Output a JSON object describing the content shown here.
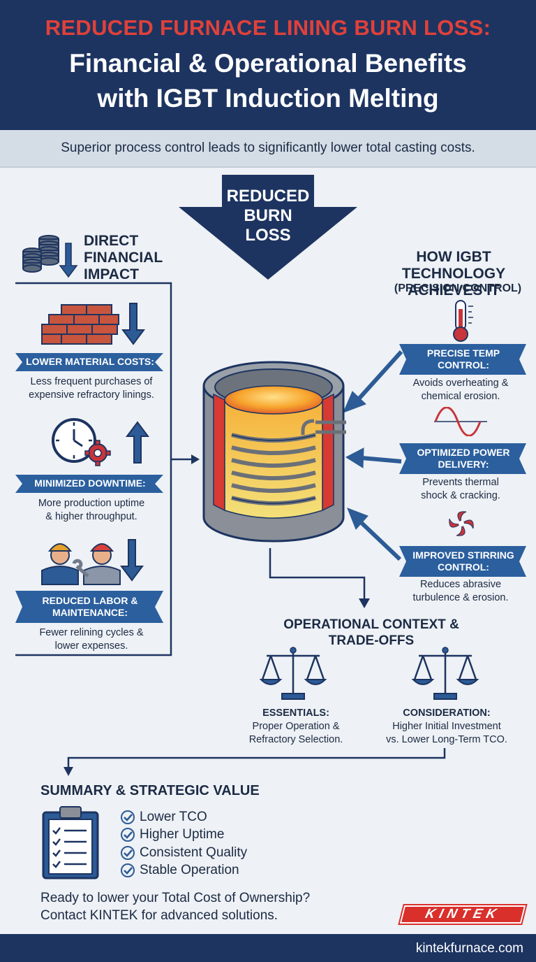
{
  "header": {
    "title_line_red": "REDUCED FURNACE LINING BURN LOSS:",
    "title_line_1": "Financial & Operational Benefits",
    "title_line_2": "with IGBT Induction Melting"
  },
  "subtitle": "Superior process control leads to significantly lower total casting costs.",
  "center_arrow": {
    "line_1": "REDUCED",
    "line_2": "BURN",
    "line_3": "LOSS"
  },
  "left_section": {
    "heading_1": "DIRECT",
    "heading_2": "FINANCIAL",
    "heading_3": "IMPACT",
    "items": [
      {
        "label": "LOWER MATERIAL COSTS:",
        "label_2": "",
        "desc_1": "Less frequent purchases of",
        "desc_2": "expensive refractory linings."
      },
      {
        "label": "MINIMIZED DOWNTIME:",
        "label_2": "",
        "desc_1": "More production uptime",
        "desc_2": "& higher throughput."
      },
      {
        "label": "REDUCED LABOR &",
        "label_2": "MAINTENANCE:",
        "desc_1": "Fewer relining cycles &",
        "desc_2": "lower expenses."
      }
    ]
  },
  "right_section": {
    "heading_1": "HOW IGBT",
    "heading_2": "TECHNOLOGY",
    "heading_3": "ACHIEVES IT",
    "heading_sub": "(PRECISION CONTROL)",
    "items": [
      {
        "label_1": "PRECISE TEMP",
        "label_2": "CONTROL:",
        "desc_1": "Avoids overheating &",
        "desc_2": "chemical erosion."
      },
      {
        "label_1": "OPTIMIZED POWER",
        "label_2": "DELIVERY:",
        "desc_1": "Prevents thermal",
        "desc_2": "shock & cracking."
      },
      {
        "label_1": "IMPROVED STIRRING",
        "label_2": "CONTROL:",
        "desc_1": "Reduces abrasive",
        "desc_2": "turbulence & erosion."
      }
    ]
  },
  "context": {
    "heading_1": "OPERATIONAL CONTEXT &",
    "heading_2": "TRADE-OFFS",
    "essentials_title": "ESSENTIALS:",
    "essentials_1": "Proper Operation &",
    "essentials_2": "Refractory Selection.",
    "consideration_title": "CONSIDERATION:",
    "consideration_1": "Higher Initial Investment",
    "consideration_2": "vs. Lower Long-Term TCO."
  },
  "summary": {
    "heading": "SUMMARY & STRATEGIC VALUE",
    "checks": [
      "Lower TCO",
      "Higher Uptime",
      "Consistent Quality",
      "Stable Operation"
    ],
    "cta_1": "Ready to lower your Total Cost of Ownership?",
    "cta_2": "Contact KINTEK for advanced solutions."
  },
  "brand": {
    "logo_text": "KINTEK",
    "url": "kintekfurnace.com"
  },
  "colors": {
    "navy": "#1d3461",
    "red": "#e0413a",
    "ribbon_blue": "#2b5f9e",
    "arrow_blue": "#2c5b96"
  }
}
